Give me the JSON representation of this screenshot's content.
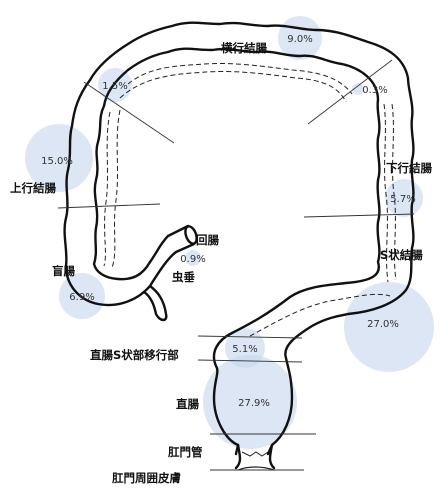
{
  "regions": [
    {
      "id": "transverse",
      "name": "横行結腸",
      "pct": "9.0%",
      "incidence": 9.0
    },
    {
      "id": "hepatic-flexure",
      "name": "",
      "pct": "1.5%",
      "incidence": 1.5
    },
    {
      "id": "splenic-flexure",
      "name": "",
      "pct": "0.3%",
      "incidence": 0.3
    },
    {
      "id": "ascending",
      "name": "上行結腸",
      "pct": "15.0%",
      "incidence": 15.0
    },
    {
      "id": "descending",
      "name": "下行結腸",
      "pct": "5.7%",
      "incidence": 5.7
    },
    {
      "id": "ileum",
      "name": "回腸",
      "pct": "",
      "incidence": null
    },
    {
      "id": "cecum",
      "name": "盲腸",
      "pct": "6.9%",
      "incidence": 6.9
    },
    {
      "id": "appendix",
      "name": "虫垂",
      "pct": "0.9%",
      "incidence": 0.9
    },
    {
      "id": "sigmoid",
      "name": "S状結腸",
      "pct": "27.0%",
      "incidence": 27.0
    },
    {
      "id": "rectosigmoid",
      "name": "直腸S状部移行部",
      "pct": "5.1%",
      "incidence": 5.1
    },
    {
      "id": "rectum",
      "name": "直腸",
      "pct": "27.9%",
      "incidence": 27.9
    },
    {
      "id": "anal-canal",
      "name": "肛門管",
      "pct": "",
      "incidence": null
    },
    {
      "id": "perianal-skin",
      "name": "肛門周囲皮膚",
      "pct": "",
      "incidence": null
    }
  ],
  "colors": {
    "bubble": "#c7d6ef",
    "outline": "#111111",
    "text": "#111111"
  }
}
